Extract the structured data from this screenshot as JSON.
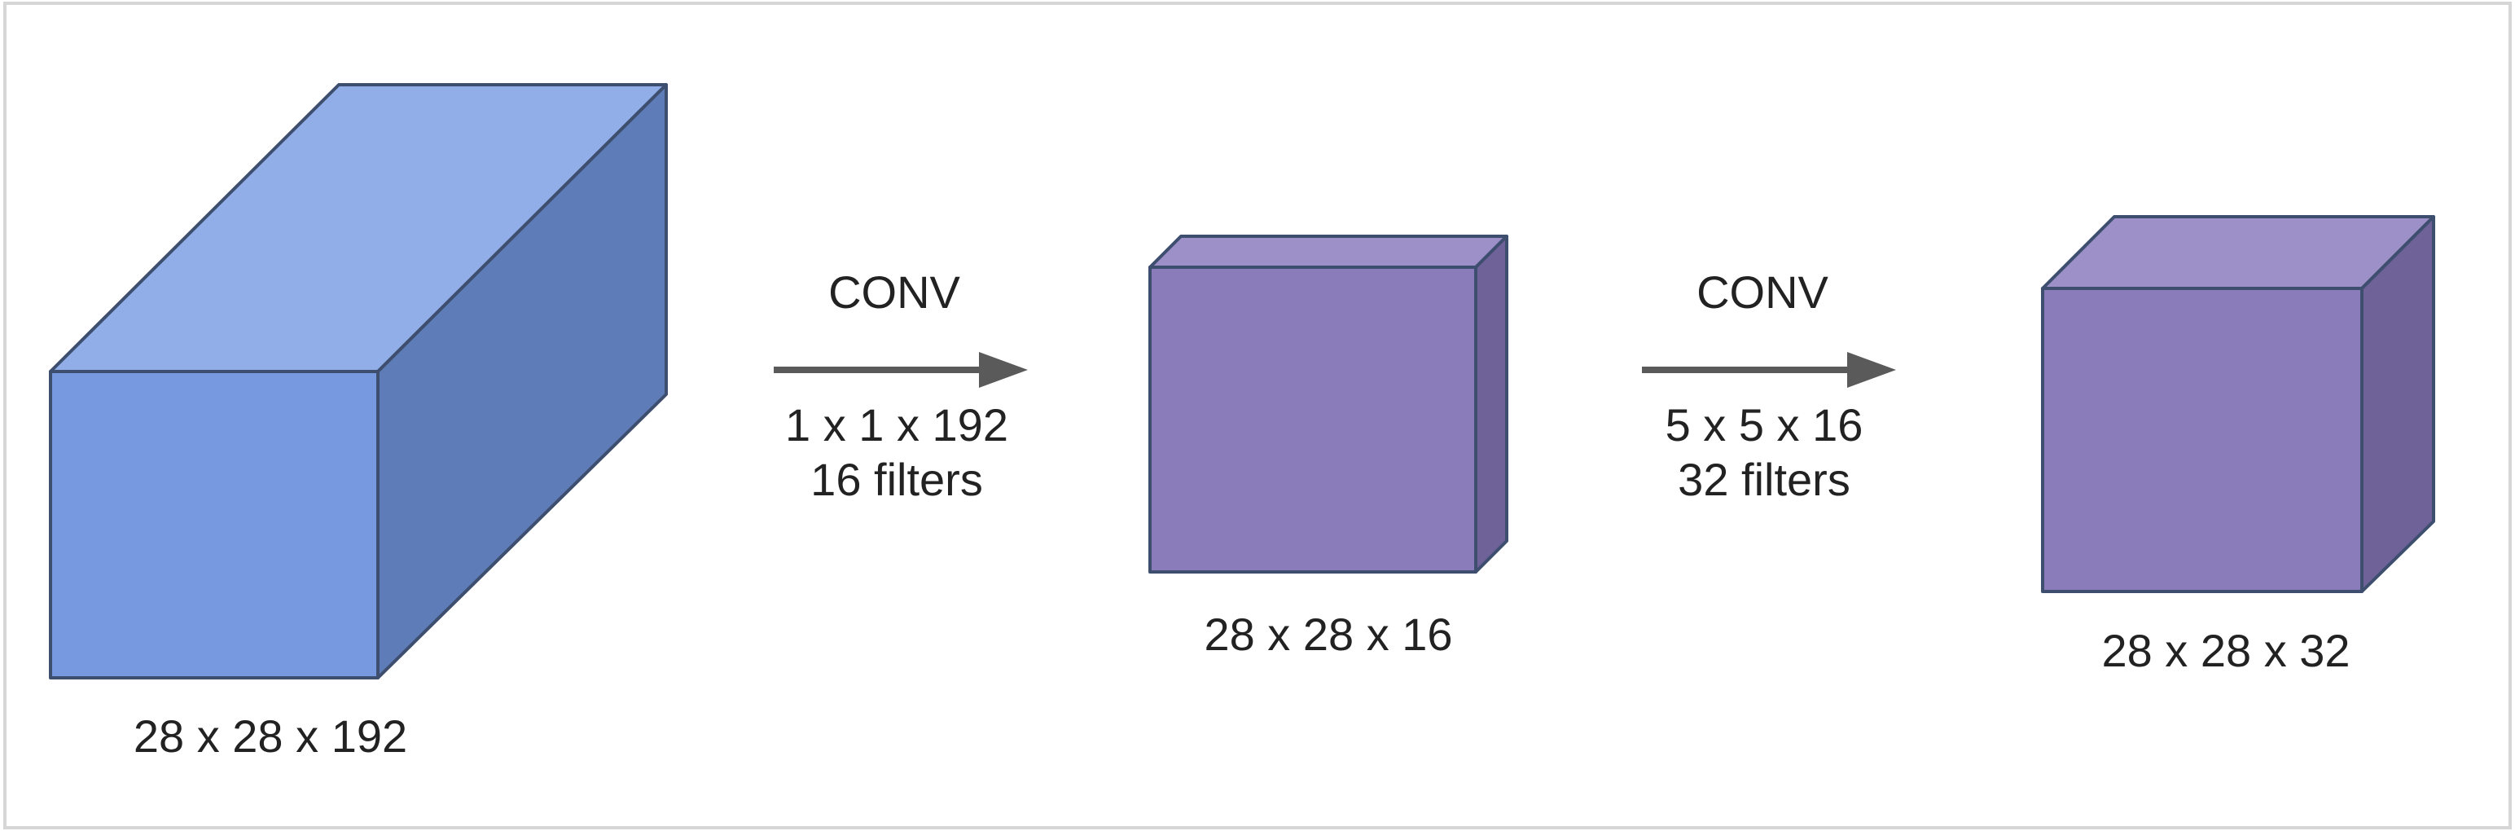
{
  "blocks": [
    {
      "label": "28 x 28 x 192",
      "front_color": "#7699E0",
      "top_color": "#91AEE8",
      "side_color": "#5E7CB8"
    },
    {
      "label": "28 x 28 x 16",
      "front_color": "#8A7BBB",
      "top_color": "#9D8FC7",
      "side_color": "#6E6299"
    },
    {
      "label": "28 x 28 x 32",
      "front_color": "#8A7BBB",
      "top_color": "#9D8FC7",
      "side_color": "#6E6299"
    }
  ],
  "convs": [
    {
      "title": "CONV",
      "kernel": "1 x 1 x 192",
      "filters": "16 filters"
    },
    {
      "title": "CONV",
      "kernel": "5 x 5 x 16",
      "filters": "32 filters"
    }
  ],
  "colors": {
    "edge": "#3E4E6E",
    "arrow": "#5A5A5A",
    "border": "#D6D6D6",
    "text": "#222222"
  }
}
